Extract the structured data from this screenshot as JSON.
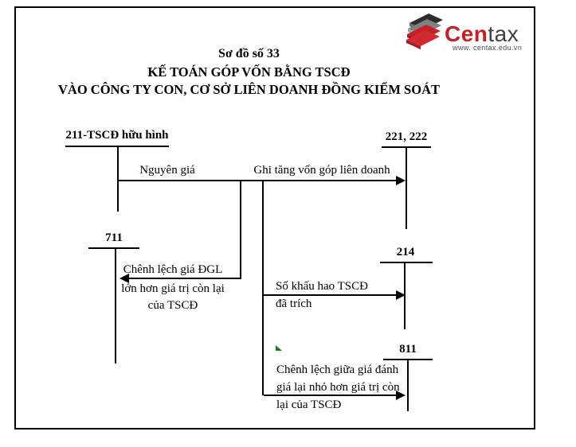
{
  "page": {
    "background": "#ffffff",
    "border_color": "#000000",
    "line_color": "#000000",
    "green_mark_color": "#1e7a1e"
  },
  "logo": {
    "brand_red_text": "Cen",
    "brand_dark_text": "tax",
    "website": "www. centax.edu.vn",
    "color_red": "#c42127",
    "color_dark": "#414042"
  },
  "title": {
    "line1": "Sơ đồ số 33",
    "line2": "KẾ TOÁN GÓP VỐN BẰNG TSCĐ",
    "line3": "VÀO CÔNG TY CON, CƠ SỞ LIÊN DOANH ĐỒNG KIỂM SOÁT"
  },
  "accounts": {
    "acc211": {
      "label": "211-TSCĐ hữu hình"
    },
    "acc221_222": {
      "label": "221, 222"
    },
    "acc711": {
      "label": "711"
    },
    "acc214": {
      "label": "214"
    },
    "acc811": {
      "label": "811"
    }
  },
  "flows": {
    "main": {
      "label_left": "Nguyên giá",
      "label_right": "Ghi tăng vốn góp liên doanh"
    },
    "to_711": {
      "line1": "Chênh lệch giá ĐGL",
      "line2": "lớn hơn giá trị còn lại",
      "line3": "của TSCĐ"
    },
    "to_214": {
      "line1": "Số khấu hao TSCĐ",
      "line2": "đã trích"
    },
    "to_811": {
      "line1": "Chênh lệch giữa giá đánh",
      "line2": "giá lại nhỏ hơn giá trị còn",
      "line3": "lại của TSCĐ"
    }
  }
}
